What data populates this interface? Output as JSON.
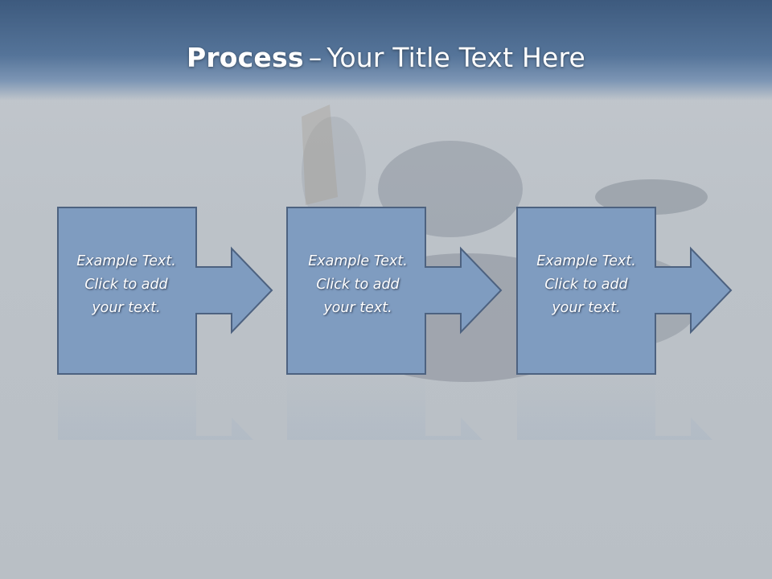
{
  "slide": {
    "title_bold": "Process",
    "title_dash": "–",
    "title_rest": "Your Title Text Here"
  },
  "steps": [
    {
      "line1": "Example Text.",
      "line2": "Click  to add",
      "line3": "your text."
    },
    {
      "line1": "Example Text.",
      "line2": "Click  to add",
      "line3": "your text."
    },
    {
      "line1": "Example Text.",
      "line2": "Click  to add",
      "line3": "your text."
    }
  ],
  "colors": {
    "header_top": "#3d5a7e",
    "shape_fill": "#7f9cc0",
    "shape_stroke": "#4d6280",
    "background": "#c0c6cc"
  }
}
